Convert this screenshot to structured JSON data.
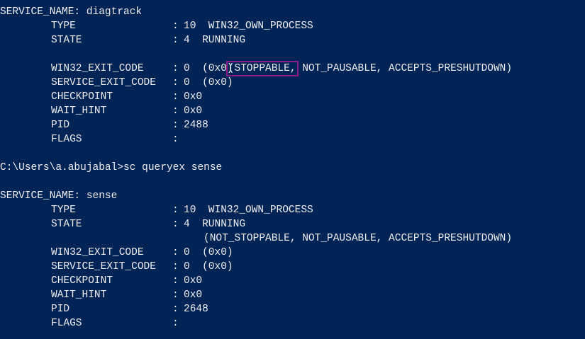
{
  "console": {
    "background": "#012456",
    "foreground": "#eeedf0",
    "highlight_color": "#8b1c8b"
  },
  "block1": {
    "header": "SERVICE_NAME: diagtrack",
    "fields": [
      {
        "name": "TYPE",
        "colon": ":",
        "value": "10  WIN32_OWN_PROCESS"
      },
      {
        "name": "STATE",
        "colon": ":",
        "value": "4  RUNNING"
      },
      {
        "name": "WIN32_EXIT_CODE",
        "colon": ":",
        "value": "0  (0x0)"
      },
      {
        "name": "SERVICE_EXIT_CODE",
        "colon": ":",
        "value": "0  (0x0)"
      },
      {
        "name": "CHECKPOINT",
        "colon": ":",
        "value": "0x0"
      },
      {
        "name": "WAIT_HINT",
        "colon": ":",
        "value": "0x0"
      },
      {
        "name": "PID",
        "colon": ":",
        "value": "2488"
      },
      {
        "name": "FLAGS",
        "colon": ":",
        "value": ""
      }
    ],
    "state_flags_highlighted": "(STOPPABLE,",
    "state_flags_rest": " NOT_PAUSABLE, ACCEPTS_PRESHUTDOWN)"
  },
  "command": "C:\\Users\\a.abujabal>sc queryex sense",
  "block2": {
    "header": "SERVICE_NAME: sense",
    "fields": [
      {
        "name": "TYPE",
        "colon": ":",
        "value": "10  WIN32_OWN_PROCESS"
      },
      {
        "name": "STATE",
        "colon": ":",
        "value": "4  RUNNING"
      },
      {
        "name": "WIN32_EXIT_CODE",
        "colon": ":",
        "value": "0  (0x0)"
      },
      {
        "name": "SERVICE_EXIT_CODE",
        "colon": ":",
        "value": "0  (0x0)"
      },
      {
        "name": "CHECKPOINT",
        "colon": ":",
        "value": "0x0"
      },
      {
        "name": "WAIT_HINT",
        "colon": ":",
        "value": "0x0"
      },
      {
        "name": "PID",
        "colon": ":",
        "value": "2648"
      },
      {
        "name": "FLAGS",
        "colon": ":",
        "value": ""
      }
    ],
    "state_flags": "(NOT_STOPPABLE, NOT_PAUSABLE, ACCEPTS_PRESHUTDOWN)"
  }
}
